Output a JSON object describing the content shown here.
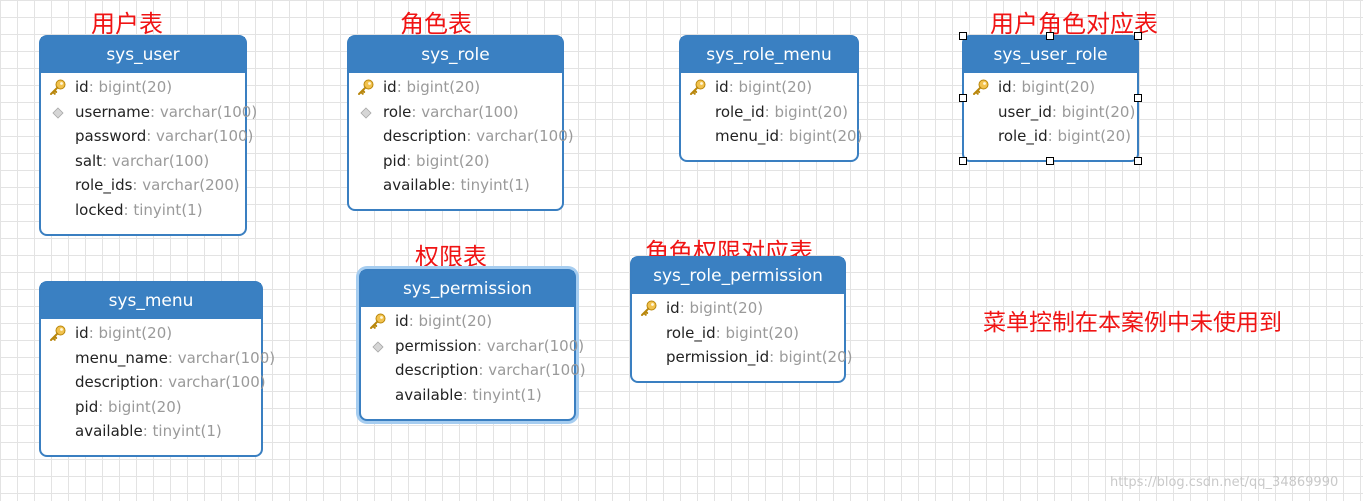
{
  "labels": {
    "sys_user": "用户表",
    "sys_role": "角色表",
    "sys_user_role": "用户角色对应表",
    "sys_permission": "权限表",
    "sys_role_permission": "角色权限对应表"
  },
  "note": "菜单控制在本案例中未使用到",
  "watermark": "https://blog.csdn.net/qq_34869990",
  "colors": {
    "header": "#3a80c2",
    "border": "#3a7fc1",
    "label": "#f01414",
    "type": "#9a9a9a"
  },
  "tables": {
    "sys_user": {
      "name": "sys_user",
      "columns": [
        {
          "name": "id",
          "type": "bigint(20)",
          "icon": "key-icon"
        },
        {
          "name": "username",
          "type": "varchar(100)",
          "icon": "diamond-icon"
        },
        {
          "name": "password",
          "type": "varchar(100)",
          "icon": ""
        },
        {
          "name": "salt",
          "type": "varchar(100)",
          "icon": ""
        },
        {
          "name": "role_ids",
          "type": "varchar(200)",
          "icon": ""
        },
        {
          "name": "locked",
          "type": "tinyint(1)",
          "icon": ""
        }
      ]
    },
    "sys_role": {
      "name": "sys_role",
      "columns": [
        {
          "name": "id",
          "type": "bigint(20)",
          "icon": "key-icon"
        },
        {
          "name": "role",
          "type": "varchar(100)",
          "icon": "diamond-icon"
        },
        {
          "name": "description",
          "type": "varchar(100)",
          "icon": ""
        },
        {
          "name": "pid",
          "type": "bigint(20)",
          "icon": ""
        },
        {
          "name": "available",
          "type": "tinyint(1)",
          "icon": ""
        }
      ]
    },
    "sys_role_menu": {
      "name": "sys_role_menu",
      "columns": [
        {
          "name": "id",
          "type": "bigint(20)",
          "icon": "key-icon"
        },
        {
          "name": "role_id",
          "type": "bigint(20)",
          "icon": ""
        },
        {
          "name": "menu_id",
          "type": "bigint(20)",
          "icon": ""
        }
      ]
    },
    "sys_user_role": {
      "name": "sys_user_role",
      "columns": [
        {
          "name": "id",
          "type": "bigint(20)",
          "icon": "key-icon"
        },
        {
          "name": "user_id",
          "type": "bigint(20)",
          "icon": ""
        },
        {
          "name": "role_id",
          "type": "bigint(20)",
          "icon": ""
        }
      ]
    },
    "sys_menu": {
      "name": "sys_menu",
      "columns": [
        {
          "name": "id",
          "type": "bigint(20)",
          "icon": "key-icon"
        },
        {
          "name": "menu_name",
          "type": "varchar(100)",
          "icon": ""
        },
        {
          "name": "description",
          "type": "varchar(100)",
          "icon": ""
        },
        {
          "name": "pid",
          "type": "bigint(20)",
          "icon": ""
        },
        {
          "name": "available",
          "type": "tinyint(1)",
          "icon": ""
        }
      ]
    },
    "sys_permission": {
      "name": "sys_permission",
      "columns": [
        {
          "name": "id",
          "type": "bigint(20)",
          "icon": "key-icon"
        },
        {
          "name": "permission",
          "type": "varchar(100)",
          "icon": "diamond-icon"
        },
        {
          "name": "description",
          "type": "varchar(100)",
          "icon": ""
        },
        {
          "name": "available",
          "type": "tinyint(1)",
          "icon": ""
        }
      ]
    },
    "sys_role_permission": {
      "name": "sys_role_permission",
      "columns": [
        {
          "name": "id",
          "type": "bigint(20)",
          "icon": "key-icon"
        },
        {
          "name": "role_id",
          "type": "bigint(20)",
          "icon": ""
        },
        {
          "name": "permission_id",
          "type": "bigint(20)",
          "icon": ""
        }
      ]
    }
  }
}
